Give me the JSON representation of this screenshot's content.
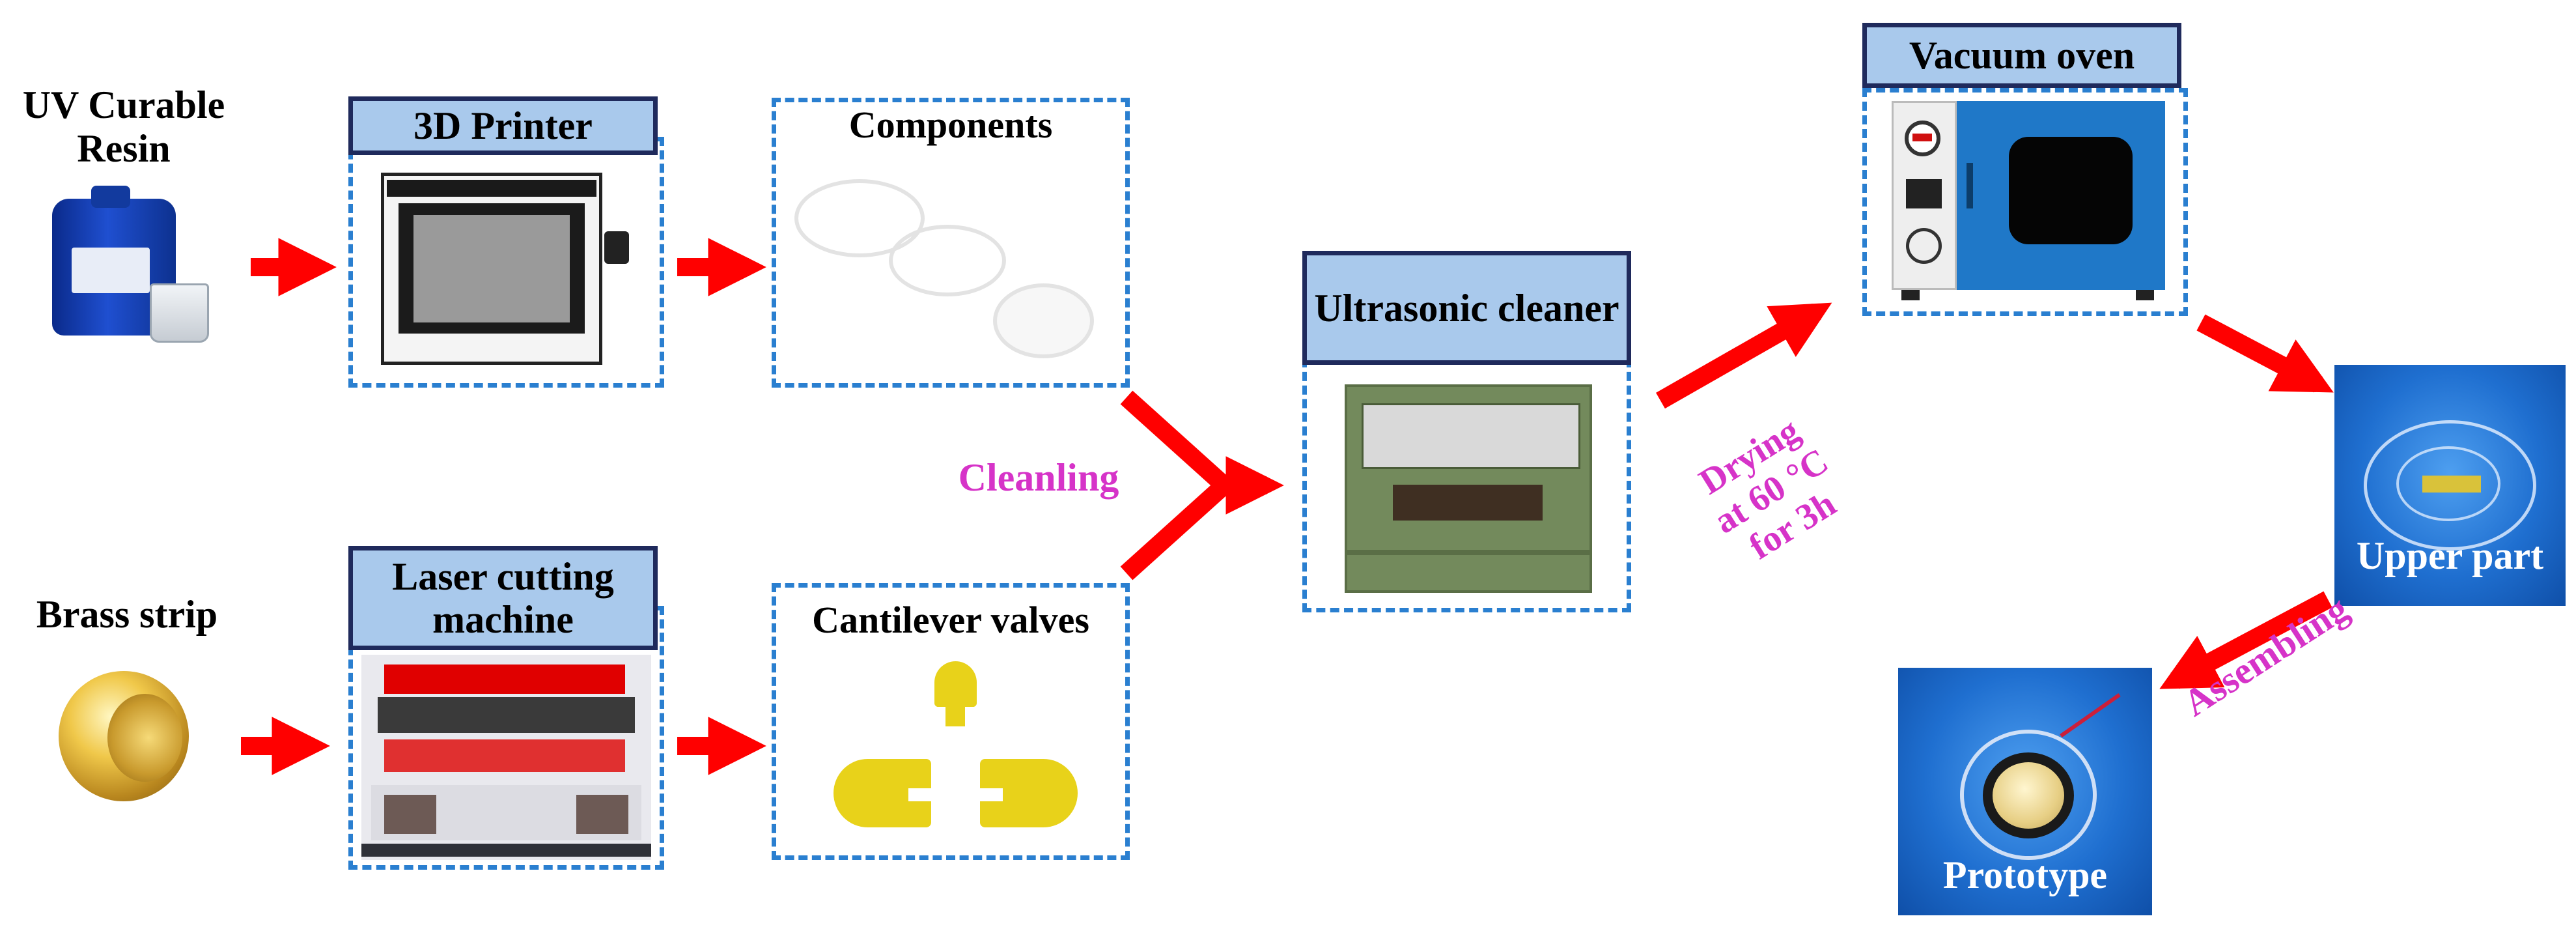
{
  "inputs": {
    "resin_label": "UV Curable\nResin",
    "brass_label": "Brass strip"
  },
  "stations": {
    "printer_title": "3D Printer",
    "laser_title": "Laser cutting\nmachine",
    "cleaner_title": "Ultrasonic\ncleaner",
    "oven_title": "Vacuum oven"
  },
  "outputs": {
    "components_label": "Components",
    "valves_label": "Cantilever valves",
    "upper_part_label": "Upper part",
    "prototype_label": "Prototype"
  },
  "steps": {
    "cleaning_label": "Cleanling",
    "drying_label": "Drying\nat 60 °C\nfor 3h",
    "assembling_label": "Assembling"
  },
  "colors": {
    "arrow": "#ff0000",
    "dashed_border": "#2a7fd0",
    "title_fill": "#a9c9ec",
    "title_border": "#1f2a5c",
    "step_text": "#d633c8"
  }
}
